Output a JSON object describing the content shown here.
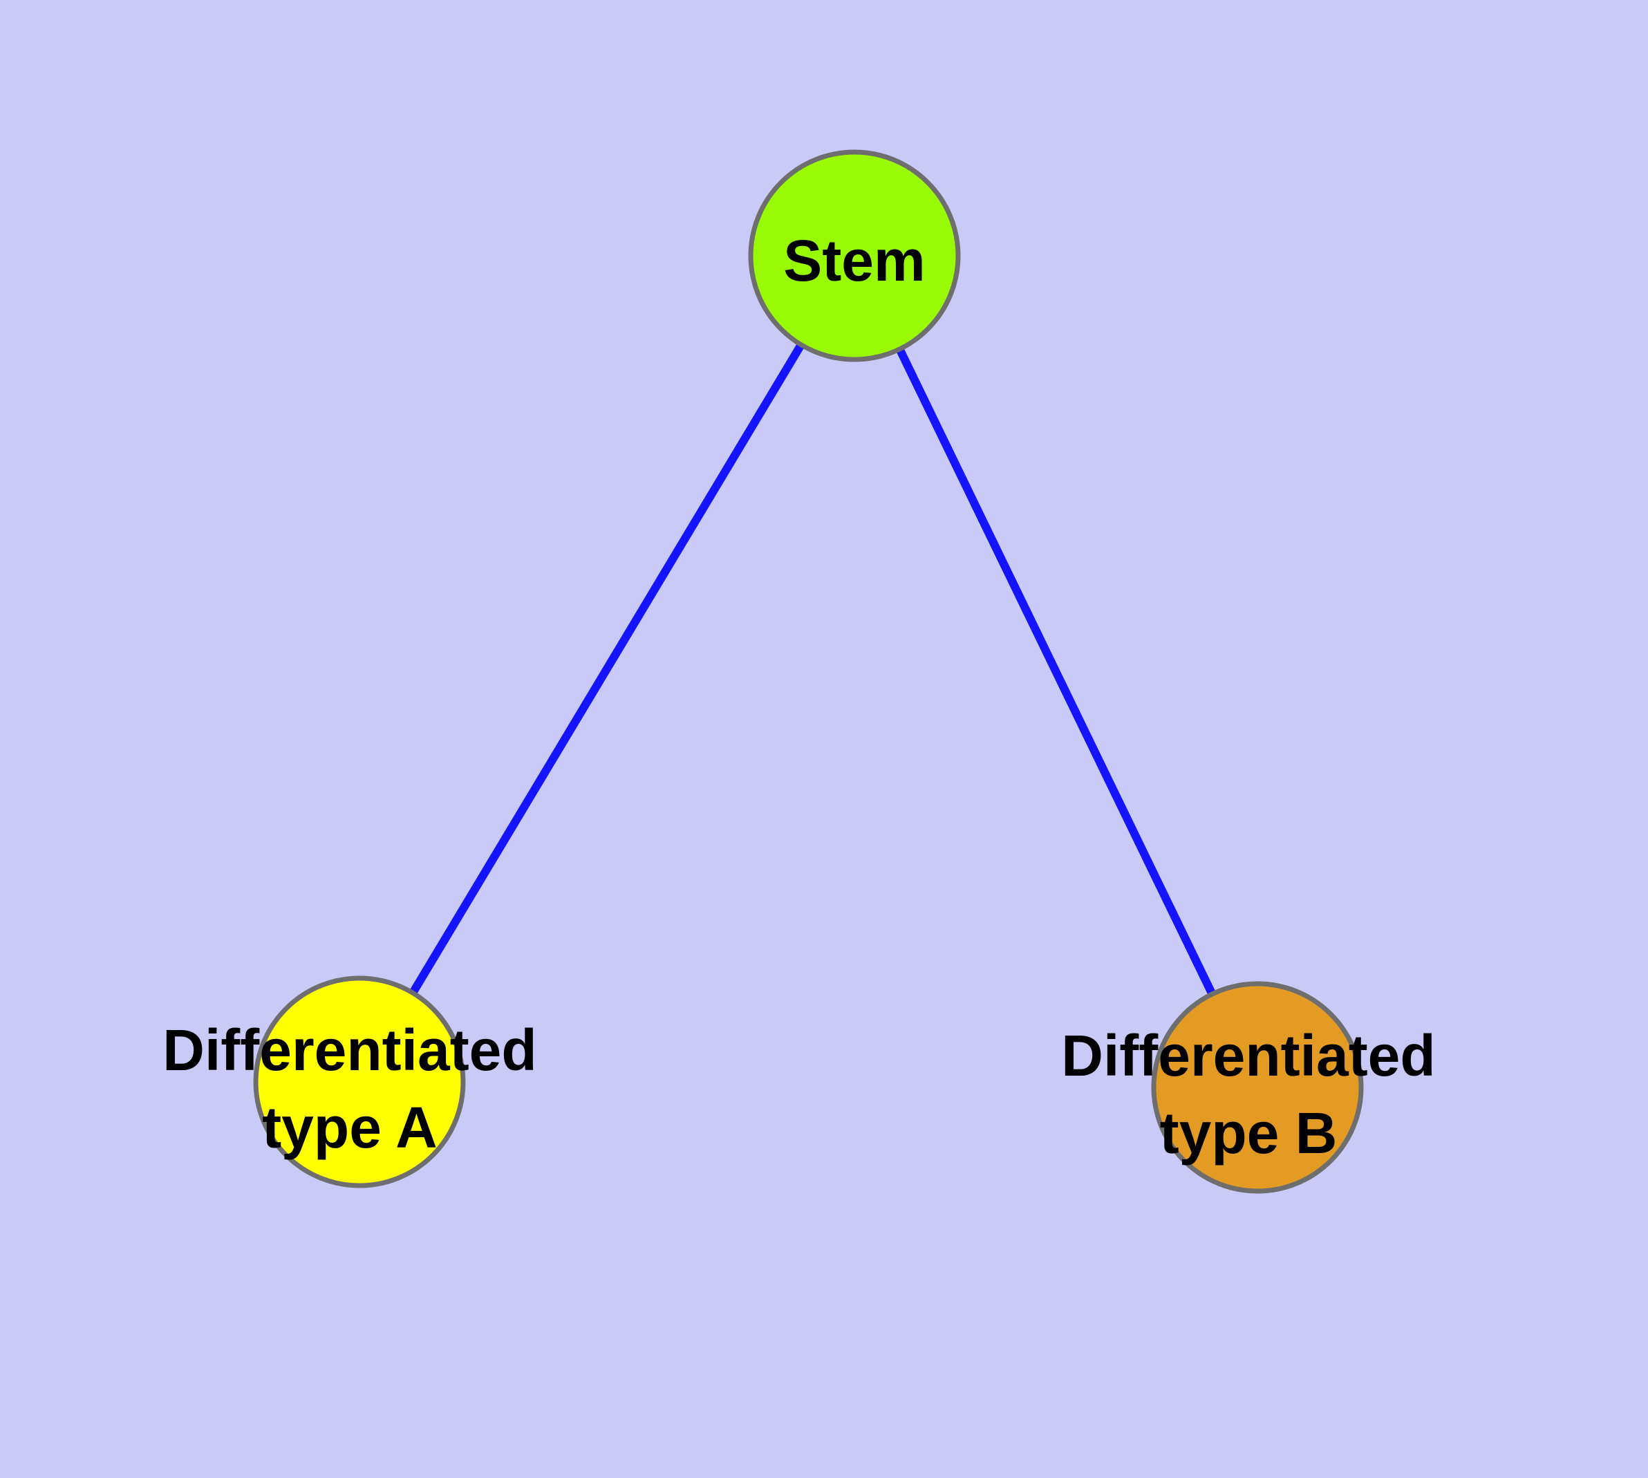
{
  "figure": {
    "type": "graph-diagram",
    "description": "Cell differentiation graph: one stem node with edges to two differentiated cell-type nodes",
    "background_color": "#CACAF8",
    "edge_color": "#1414FF",
    "node_border_color": "#6E6E6E",
    "label_color": "#000000",
    "nodes": [
      {
        "id": "stem",
        "label": "Stem",
        "fill": "#99FA05"
      },
      {
        "id": "differentiated-type-a",
        "label": "Differentiated type A",
        "label_line1": "Differentiated",
        "label_line2": "type A",
        "fill": "#FFFF00"
      },
      {
        "id": "differentiated-type-b",
        "label": "Differentiated type B",
        "label_line1": "Differentiated",
        "label_line2": "type B",
        "fill": "#E49B23"
      }
    ],
    "edges": [
      {
        "from": "Stem",
        "to": "Differentiated type A"
      },
      {
        "from": "Stem",
        "to": "Differentiated type B"
      }
    ]
  }
}
